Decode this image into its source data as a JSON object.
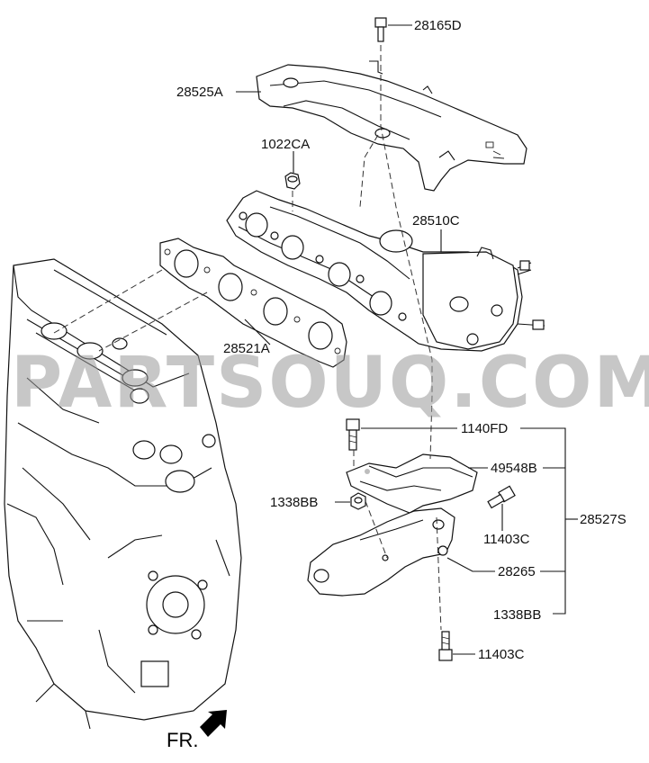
{
  "diagram": {
    "labels": {
      "p28165D": "28165D",
      "p28525A": "28525A",
      "p1022CA": "1022CA",
      "p28510C": "28510C",
      "p28521A": "28521A",
      "p1140FD": "1140FD",
      "p49548B": "49548B",
      "p1338BB_a": "1338BB",
      "p11403C_a": "11403C",
      "p28527S": "28527S",
      "p28265": "28265",
      "p1338BB_b": "1338BB",
      "p11403C_b": "11403C"
    },
    "watermark": "PARTSOUQ.COM",
    "direction_label": "FR."
  }
}
